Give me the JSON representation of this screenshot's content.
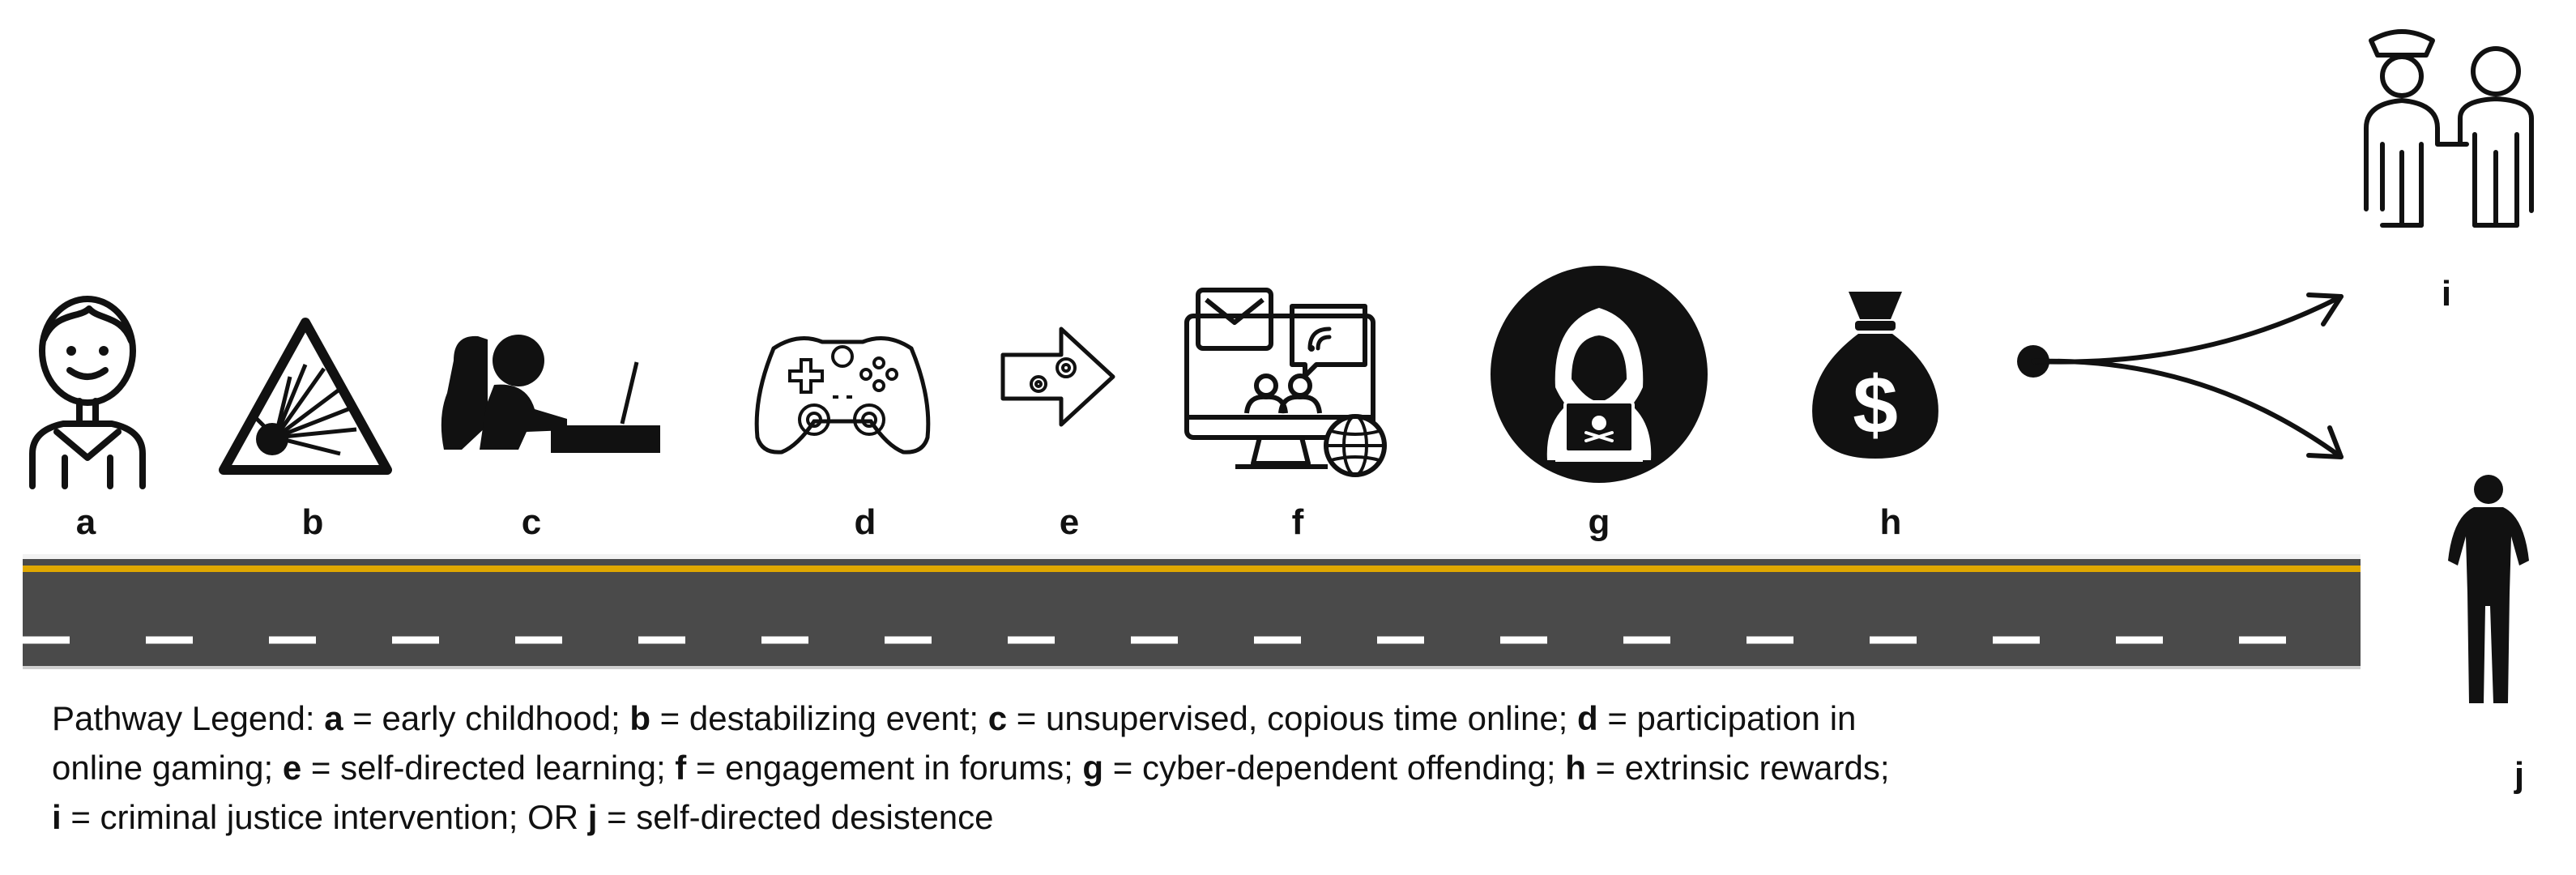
{
  "steps": [
    {
      "id": "a",
      "label": "a",
      "icon": "child-icon"
    },
    {
      "id": "b",
      "label": "b",
      "icon": "explosion-warning-icon"
    },
    {
      "id": "c",
      "label": "c",
      "icon": "person-at-computer-icon"
    },
    {
      "id": "d",
      "label": "d",
      "icon": "game-controller-icon"
    },
    {
      "id": "e",
      "label": "e",
      "icon": "gears-arrow-icon"
    },
    {
      "id": "f",
      "label": "f",
      "icon": "online-forum-icon"
    },
    {
      "id": "g",
      "label": "g",
      "icon": "hacker-icon"
    },
    {
      "id": "h",
      "label": "h",
      "icon": "money-bag-icon"
    }
  ],
  "outcomes": [
    {
      "id": "i",
      "label": "i",
      "icon": "police-officer-with-person-icon"
    },
    {
      "id": "j",
      "label": "j",
      "icon": "standing-man-silhouette-icon"
    }
  ],
  "legend": {
    "intro": "Pathway Legend: ",
    "items": [
      {
        "key": "a",
        "text": " = early childhood; "
      },
      {
        "key": "b",
        "text": " = destabilizing event; "
      },
      {
        "key": "c",
        "text": " = unsupervised, copious time online; "
      },
      {
        "key": "d",
        "text": " = participation in"
      },
      {
        "key": "",
        "text": "online gaming; "
      },
      {
        "key": "e",
        "text": " = self-directed learning; "
      },
      {
        "key": "f",
        "text": " = engagement in forums; "
      },
      {
        "key": "g",
        "text": " = cyber-dependent offending; "
      },
      {
        "key": "h",
        "text": " = extrinsic rewards;"
      },
      {
        "key": "i",
        "text": " = criminal justice intervention; OR "
      },
      {
        "key": "j",
        "text": " = self-directed desistence"
      }
    ]
  },
  "colors": {
    "road": "#4a4a4a",
    "road_center_line": "#e0a800",
    "lane_dash": "#ffffff",
    "ink": "#111111"
  }
}
